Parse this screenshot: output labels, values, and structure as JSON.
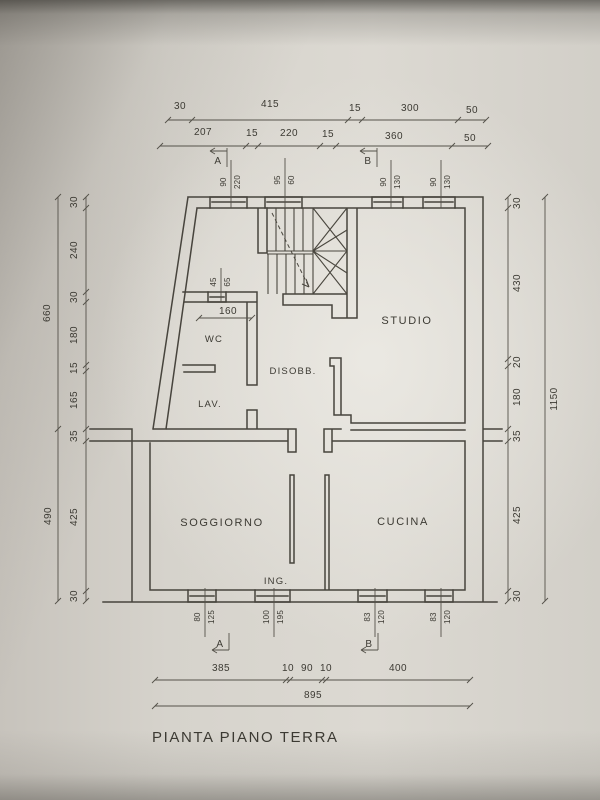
{
  "title": "PIANTA PIANO TERRA",
  "colors": {
    "paper": "#d8d5cf",
    "line": "#47443d",
    "text": "#3c3a33"
  },
  "rooms": {
    "wc": "WC",
    "lav": "LAV.",
    "disobb": "DISOBB.",
    "studio": "STUDIO",
    "soggiorno": "SOGGIORNO",
    "cucina": "CUCINA",
    "ing": "ING."
  },
  "markers": {
    "a": "A",
    "b": "B"
  },
  "dims": {
    "top_row1": [
      "30",
      "415",
      "15",
      "300",
      "50"
    ],
    "top_row2": [
      "207",
      "15",
      "220",
      "15",
      "360",
      "50"
    ],
    "left_outer": [
      "660",
      "490"
    ],
    "left_inner": [
      "30",
      "240",
      "30",
      "180",
      "15",
      "165",
      "35",
      "425",
      "30"
    ],
    "right_inner": [
      "30",
      "430",
      "20",
      "180",
      "35",
      "425",
      "30"
    ],
    "right_outer": [
      "1150"
    ],
    "bottom_row1": [
      "385",
      "10",
      "90",
      "10",
      "400"
    ],
    "bottom_row2": [
      "895"
    ],
    "wc_width": "160"
  },
  "openings": {
    "top": [
      {
        "w": "90",
        "h": "220"
      },
      {
        "w": "95",
        "h": "60"
      },
      {
        "w": "90",
        "h": "130"
      },
      {
        "w": "90",
        "h": "130"
      }
    ],
    "bottom": [
      {
        "w": "80",
        "h": "125"
      },
      {
        "w": "100",
        "h": "195"
      },
      {
        "w": "83",
        "h": "120"
      },
      {
        "w": "83",
        "h": "120"
      }
    ],
    "wc_window": {
      "w": "45",
      "h": "65"
    }
  }
}
